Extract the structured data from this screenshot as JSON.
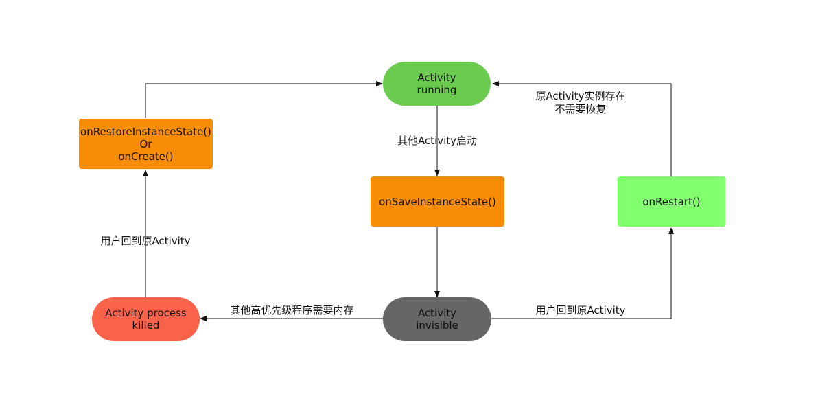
{
  "colors": {
    "running": "#6acb4f",
    "orange": "#f98c05",
    "restart": "#82ff6f",
    "invisible": "#666666",
    "killed": "#fb624a",
    "edge": "#111111"
  },
  "nodes": {
    "running": {
      "line1": "Activity",
      "line2": "running"
    },
    "restore": {
      "line1": "onRestoreInstanceState()",
      "line2": "Or",
      "line3": "onCreate()"
    },
    "save": {
      "line1": "onSaveInstanceState()"
    },
    "restart": {
      "line1": "onRestart()"
    },
    "invisible": {
      "line1": "Activity",
      "line2": "invisible"
    },
    "killed": {
      "line1": "Activity process",
      "line2": "killed"
    }
  },
  "edges": {
    "running_to_save": "其他Activity启动",
    "restart_to_running": {
      "line1": "原Activity实例存在",
      "line2": "不需要恢复"
    },
    "killed_to_restore": "用户回到原Activity",
    "invisible_to_killed": "其他高优先级程序需要内存",
    "invisible_to_restart": "用户回到原Activity"
  }
}
